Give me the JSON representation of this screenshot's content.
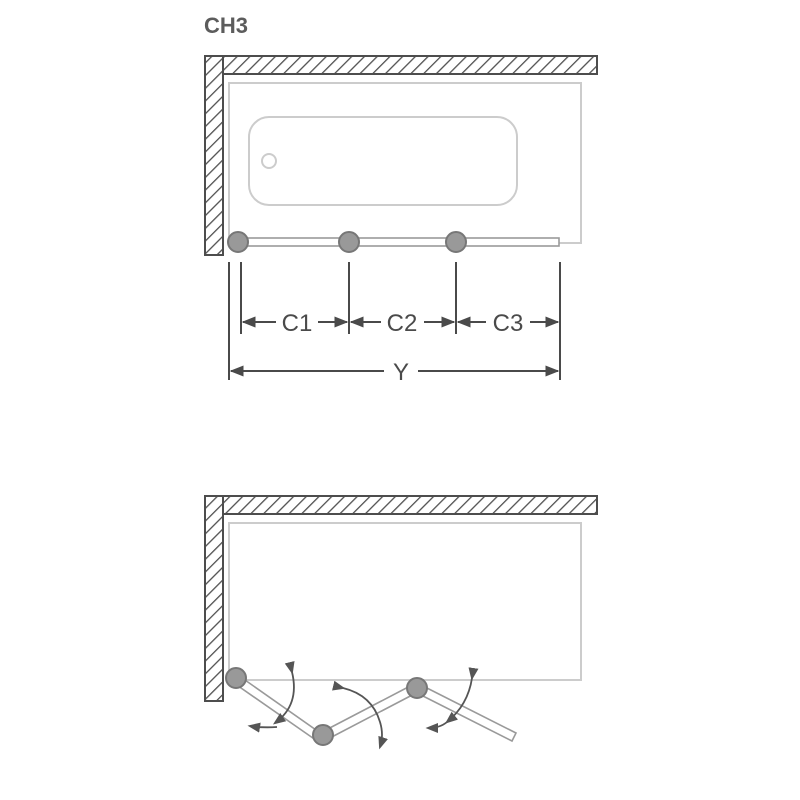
{
  "title": "CH3",
  "dimensions": {
    "c1": "C1",
    "c2": "C2",
    "c3": "C3",
    "y": "Y"
  },
  "colors": {
    "wall": "#4d4d4d",
    "bath": "#c8c8c8",
    "hinge": "#8f8f8f",
    "dimension": "#4a4a4a",
    "title": "#5c5c5c"
  }
}
